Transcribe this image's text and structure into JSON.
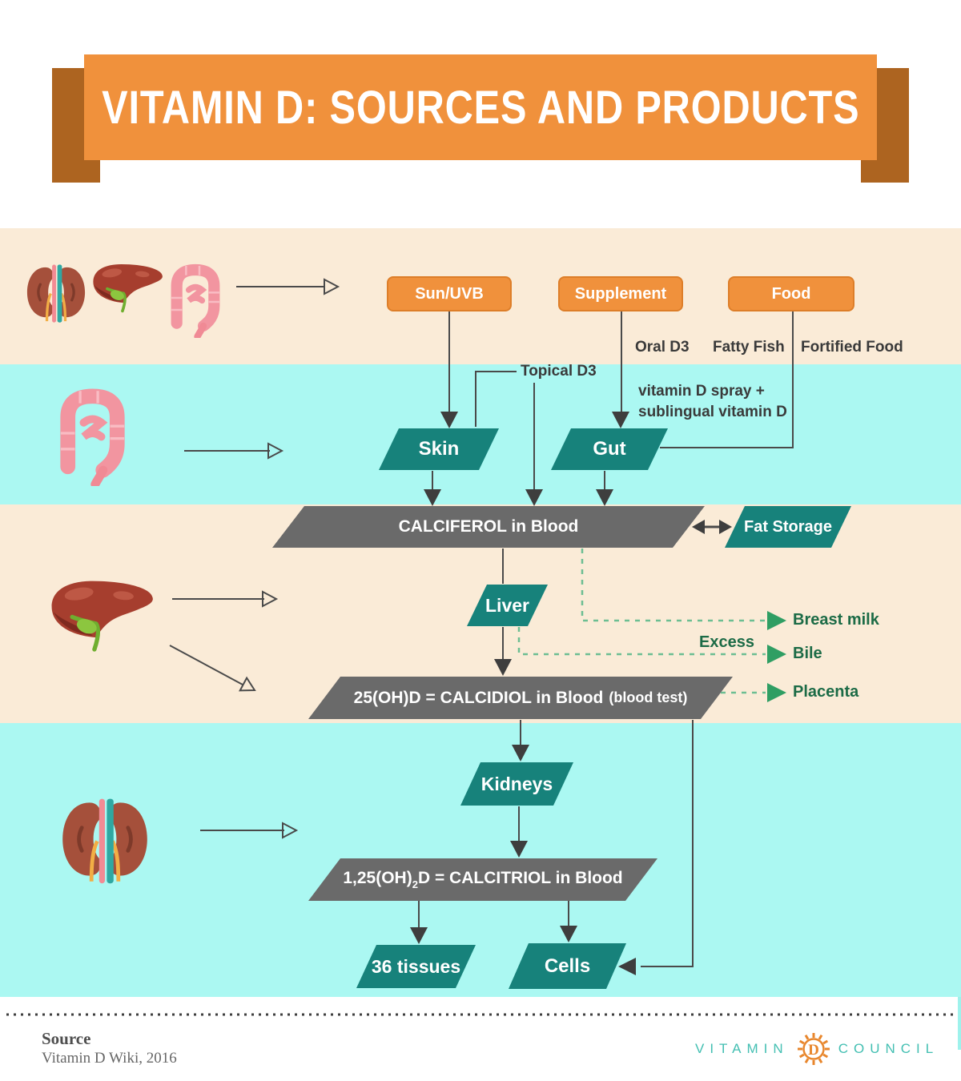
{
  "banner": {
    "title": "VITAMIN D: SOURCES AND PRODUCTS"
  },
  "source_boxes": {
    "sun": "Sun/UVB",
    "supplement": "Supplement",
    "food": "Food"
  },
  "annotations": {
    "oral_d3": "Oral D3",
    "fatty_fish": "Fatty Fish",
    "fortified_food": "Fortified Food",
    "topical_d3": "Topical D3",
    "spray_line1": "vitamin D spray +",
    "spray_line2": "sublingual vitamin D",
    "excess": "Excess"
  },
  "nodes": {
    "skin": "Skin",
    "gut": "Gut",
    "calciferol": "CALCIFEROL in Blood",
    "fat_storage": "Fat Storage",
    "liver": "Liver",
    "calcidiol": "25(OH)D = CALCIDIOL in Blood",
    "calcidiol_note": "(blood test)",
    "kidneys": "Kidneys",
    "calcitriol_prefix": "1,25(OH)",
    "calcitriol_sub": "2",
    "calcitriol_suffix": "D = CALCITRIOL in Blood",
    "tissues": "36 tissues",
    "cells": "Cells"
  },
  "excess_outputs": {
    "breast_milk": "Breast milk",
    "bile": "Bile",
    "placenta": "Placenta"
  },
  "footer": {
    "source_label": "Source",
    "source_value": "Vitamin D Wiki, 2016",
    "logo": {
      "vitamin": "VITAMIN",
      "d": "D",
      "council": "COUNCIL"
    }
  },
  "organ_icons": [
    "kidneys-icon",
    "liver-icon",
    "intestine-icon"
  ],
  "colors": {
    "orange": "#F0913C",
    "ribbon": "#AD6420",
    "cream": "#FAEBD7",
    "cyan": "#ABF8F2",
    "teal": "#17827B",
    "gray": "#6A6A6A",
    "line": "#4A4A4A",
    "label": "#3A3A3A",
    "green_text": "#1C6B46",
    "green_dash": "#6CBE92",
    "green_arrow": "#2F9E63",
    "logo_teal": "#43BFB2",
    "logo_orange": "#E8862C"
  }
}
